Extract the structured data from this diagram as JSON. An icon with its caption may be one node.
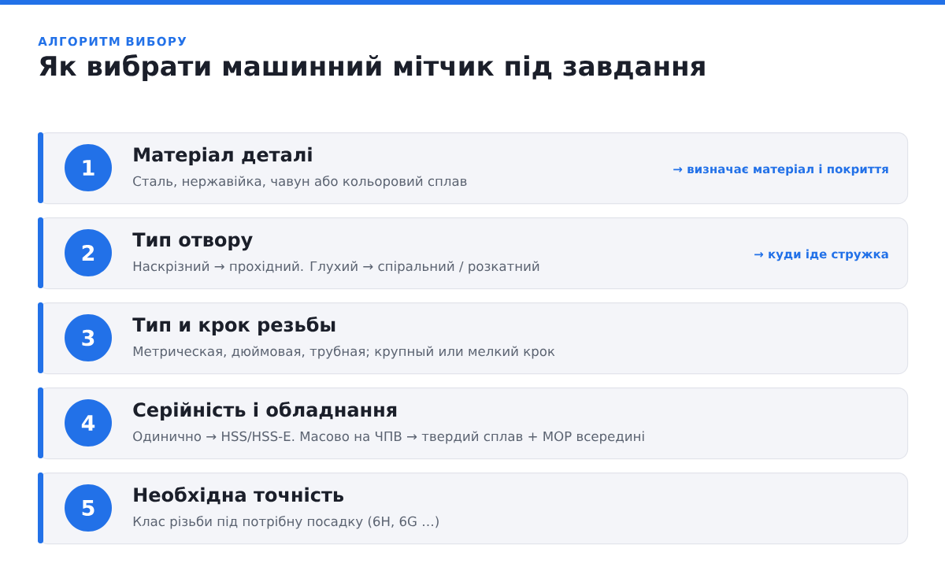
{
  "diagram": {
    "title": "Як вибрати машинний мітчик під завдання",
    "labels": [
      "АЛГОРИТМ ВИБОРУ"
    ],
    "nodes": [
      {
        "text": [
          "Матеріал деталі",
          "Сталь, нержавійка, чавун або кольоровий сплав",
          "→ визначає матеріал і покриття"
        ]
      },
      {
        "text": [
          "1"
        ],
        "in": 0
      },
      {
        "text": [
          "Тип отвору",
          "Наскрізний → прохідний. Глухий → спіральний / розкатний",
          "→ куди іде стружка"
        ]
      },
      {
        "text": [
          "2"
        ],
        "in": 2
      },
      {
        "text": [
          "Тип и крок резьбы",
          "Метрическая, дюймовая, трубная; крупный или мелкий крок"
        ]
      },
      {
        "text": [
          "3"
        ],
        "in": 4
      },
      {
        "text": [
          "Серійність і обладнання",
          "Одинично → HSS/HSS-E. Масово на ЧПВ → твердий сплав + МОР всередині"
        ]
      },
      {
        "text": [
          "4"
        ],
        "in": 6
      },
      {
        "text": [
          "Необхідна точність",
          "Клас різьби під потрібну посадку (6H, 6G …)"
        ]
      },
      {
        "text": [
          "5"
        ],
        "in": 8
      }
    ]
  }
}
